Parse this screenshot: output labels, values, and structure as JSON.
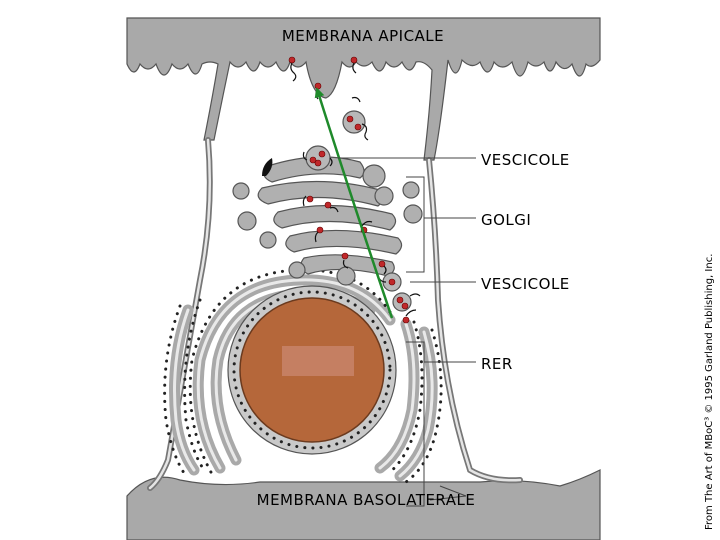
{
  "labels": {
    "apical": "MEMBRANA APICALE",
    "basolateral": "MEMBRANA BASOLATERALE",
    "vesicles_top": "VESCICOLE",
    "golgi": "GOLGI",
    "vesicles_bottom": "VESCICOLE",
    "rer": "RER"
  },
  "credit": "From The Art of MBoC³ © 1995 Garland Publishing, Inc.",
  "colors": {
    "membrane": "#a9a9a9",
    "membrane_outline": "#555555",
    "nucleus": "#b5673a",
    "cargo": "#c0282a",
    "transport_arrow": "#1f8a2b"
  }
}
